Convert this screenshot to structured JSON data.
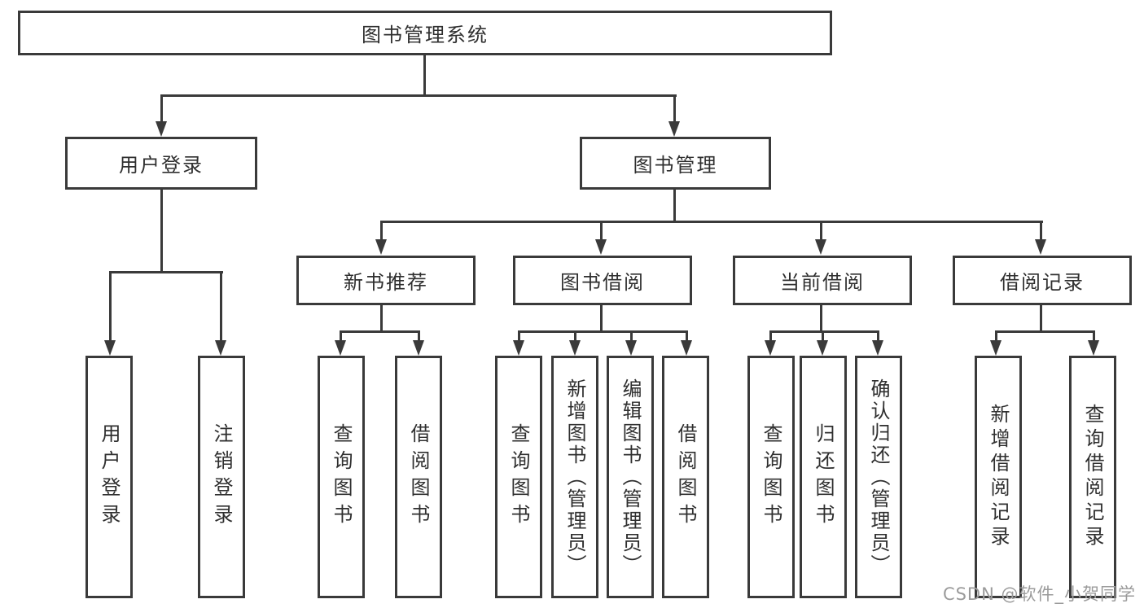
{
  "colors": {
    "line": "#3a3a3a",
    "text": "#2f2f2f",
    "background": "#ffffff",
    "watermark": "#9b9b9b"
  },
  "watermark": {
    "text": "CSDN @软件_小贺同学"
  },
  "tree": {
    "root": {
      "label": "图书管理系统"
    },
    "branches": [
      {
        "label": "用户登录",
        "children": [
          {
            "label": "用户登录"
          },
          {
            "label": "注销登录"
          }
        ]
      },
      {
        "label": "图书管理",
        "children": [
          {
            "label": "新书推荐",
            "children": [
              {
                "label": "查询图书"
              },
              {
                "label": "借阅图书"
              }
            ]
          },
          {
            "label": "图书借阅",
            "children": [
              {
                "label": "查询图书"
              },
              {
                "label": "新增图书（管理员）"
              },
              {
                "label": "编辑图书（管理员）"
              },
              {
                "label": "借阅图书"
              }
            ]
          },
          {
            "label": "当前借阅",
            "children": [
              {
                "label": "查询图书"
              },
              {
                "label": "归还图书"
              },
              {
                "label": "确认归还（管理员）"
              }
            ]
          },
          {
            "label": "借阅记录",
            "children": [
              {
                "label": "新增借阅记录"
              },
              {
                "label": "查询借阅记录"
              }
            ]
          }
        ]
      }
    ]
  }
}
